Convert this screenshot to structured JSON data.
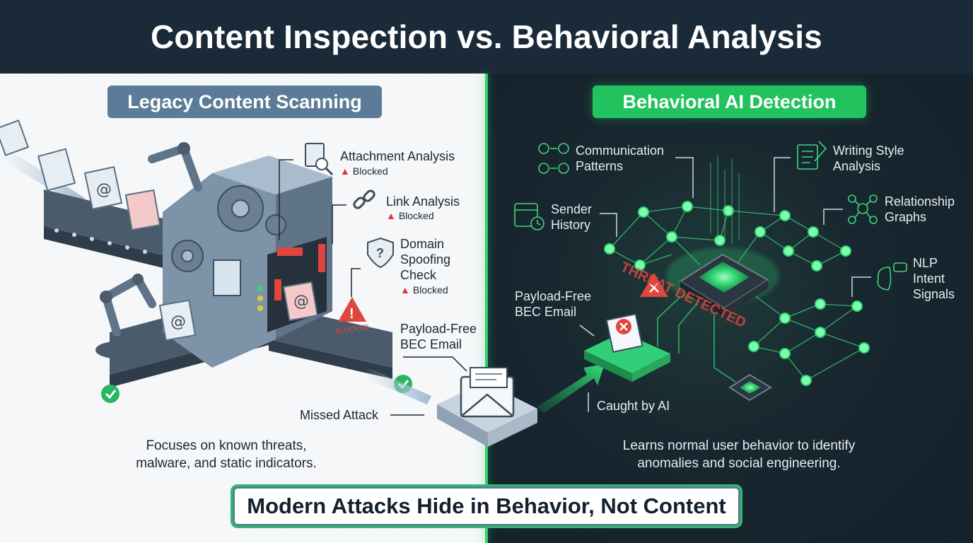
{
  "header": {
    "title": "Content Inspection vs. Behavioral Analysis"
  },
  "left": {
    "title": "Legacy Content Scanning",
    "checks": [
      {
        "label": "Attachment Analysis",
        "status": "Blocked"
      },
      {
        "label": "Link Analysis",
        "status": "Blocked"
      },
      {
        "label": "Domain Spoofing Check",
        "status": "Blocked"
      }
    ],
    "payload_label": "Payload-Free BEC Email",
    "missed_label": "Missed Attack",
    "stamp": "BLOCKED",
    "caption": "Focuses on known threats, malware, and static indicators."
  },
  "right": {
    "title": "Behavioral AI Detection",
    "signals": [
      "Communication Patterns",
      "Writing Style Analysis",
      "Sender History",
      "Relationship Graphs",
      "NLP Intent Signals"
    ],
    "payload_label": "Payload-Free BEC Email",
    "threat_label": "THREAT DETECTED",
    "caught_label": "Caught by AI",
    "caption": "Learns normal user behavior to identify anomalies and social engineering."
  },
  "footer": {
    "banner": "Modern Attacks Hide in Behavior, Not Content"
  },
  "colors": {
    "header_bg": "#1b2a38",
    "left_accent": "#5b7b98",
    "right_accent": "#22c25f",
    "danger": "#d9363e",
    "node": "#4ee58a"
  },
  "icons": [
    "envelope-icon",
    "at-sign-icon",
    "broken-link-icon",
    "document-search-icon",
    "shield-question-icon",
    "warning-icon",
    "check-circle-icon",
    "gear-icon",
    "robot-arm-icon",
    "people-network-icon",
    "document-quill-icon",
    "calendar-clock-icon",
    "relationship-graph-icon",
    "brain-chat-icon",
    "chip-icon",
    "threat-x-icon"
  ]
}
